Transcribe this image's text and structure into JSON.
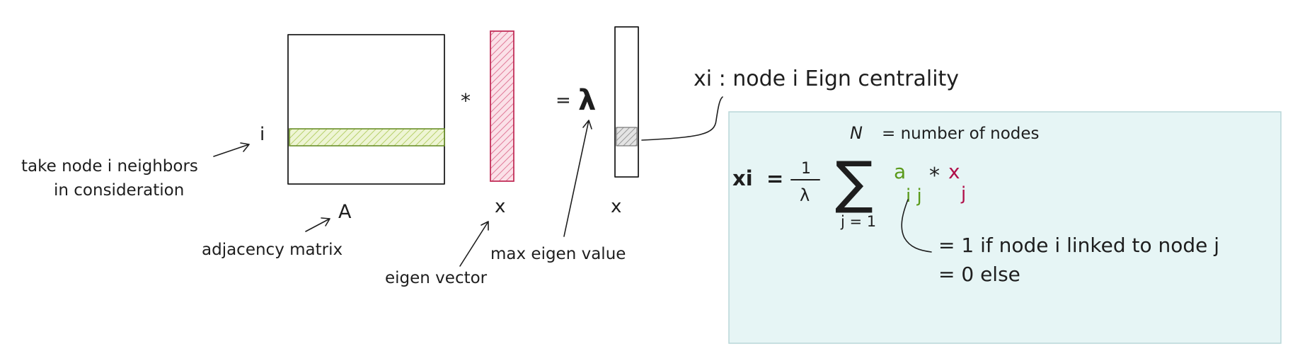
{
  "labels": {
    "row_index": "i",
    "left_note_line1": "take node i neighbors",
    "left_note_line2": "in consideration",
    "matrix_symbol": "A",
    "matrix_caption": "adjacency matrix",
    "multiply_sign": "*",
    "vector_symbol": "x",
    "vector_caption": "eigen vector",
    "equals_sign": "=",
    "lambda_symbol": "λ",
    "lambda_caption": "max eigen value",
    "result_symbol": "x",
    "xi_definition": "xi : node i Eign centrality"
  },
  "formula": {
    "lhs": "xi",
    "equals": "=",
    "frac_num": "1",
    "frac_den": "λ",
    "sigma": "∑",
    "upper_limit": "N",
    "upper_limit_note": "= number of nodes",
    "lower_limit": "j = 1",
    "a_term": "a",
    "a_sub": "i j",
    "times": "*",
    "x_term": "x",
    "x_sub": "j",
    "note_line1": "= 1 if node i linked to node j",
    "note_line2": "= 0 else"
  },
  "colors": {
    "ink": "#1e1e1e",
    "row_fill": "#d8e8a8",
    "row_stroke": "#6a8f2a",
    "vector_fill": "#f4b8c8",
    "vector_stroke": "#c2305a",
    "cell_fill": "#cfcfcf",
    "panel_fill": "#e6f5f5",
    "panel_stroke": "#b9d7d8",
    "green_term": "#5a9a1a",
    "red_term": "#b0104a"
  }
}
